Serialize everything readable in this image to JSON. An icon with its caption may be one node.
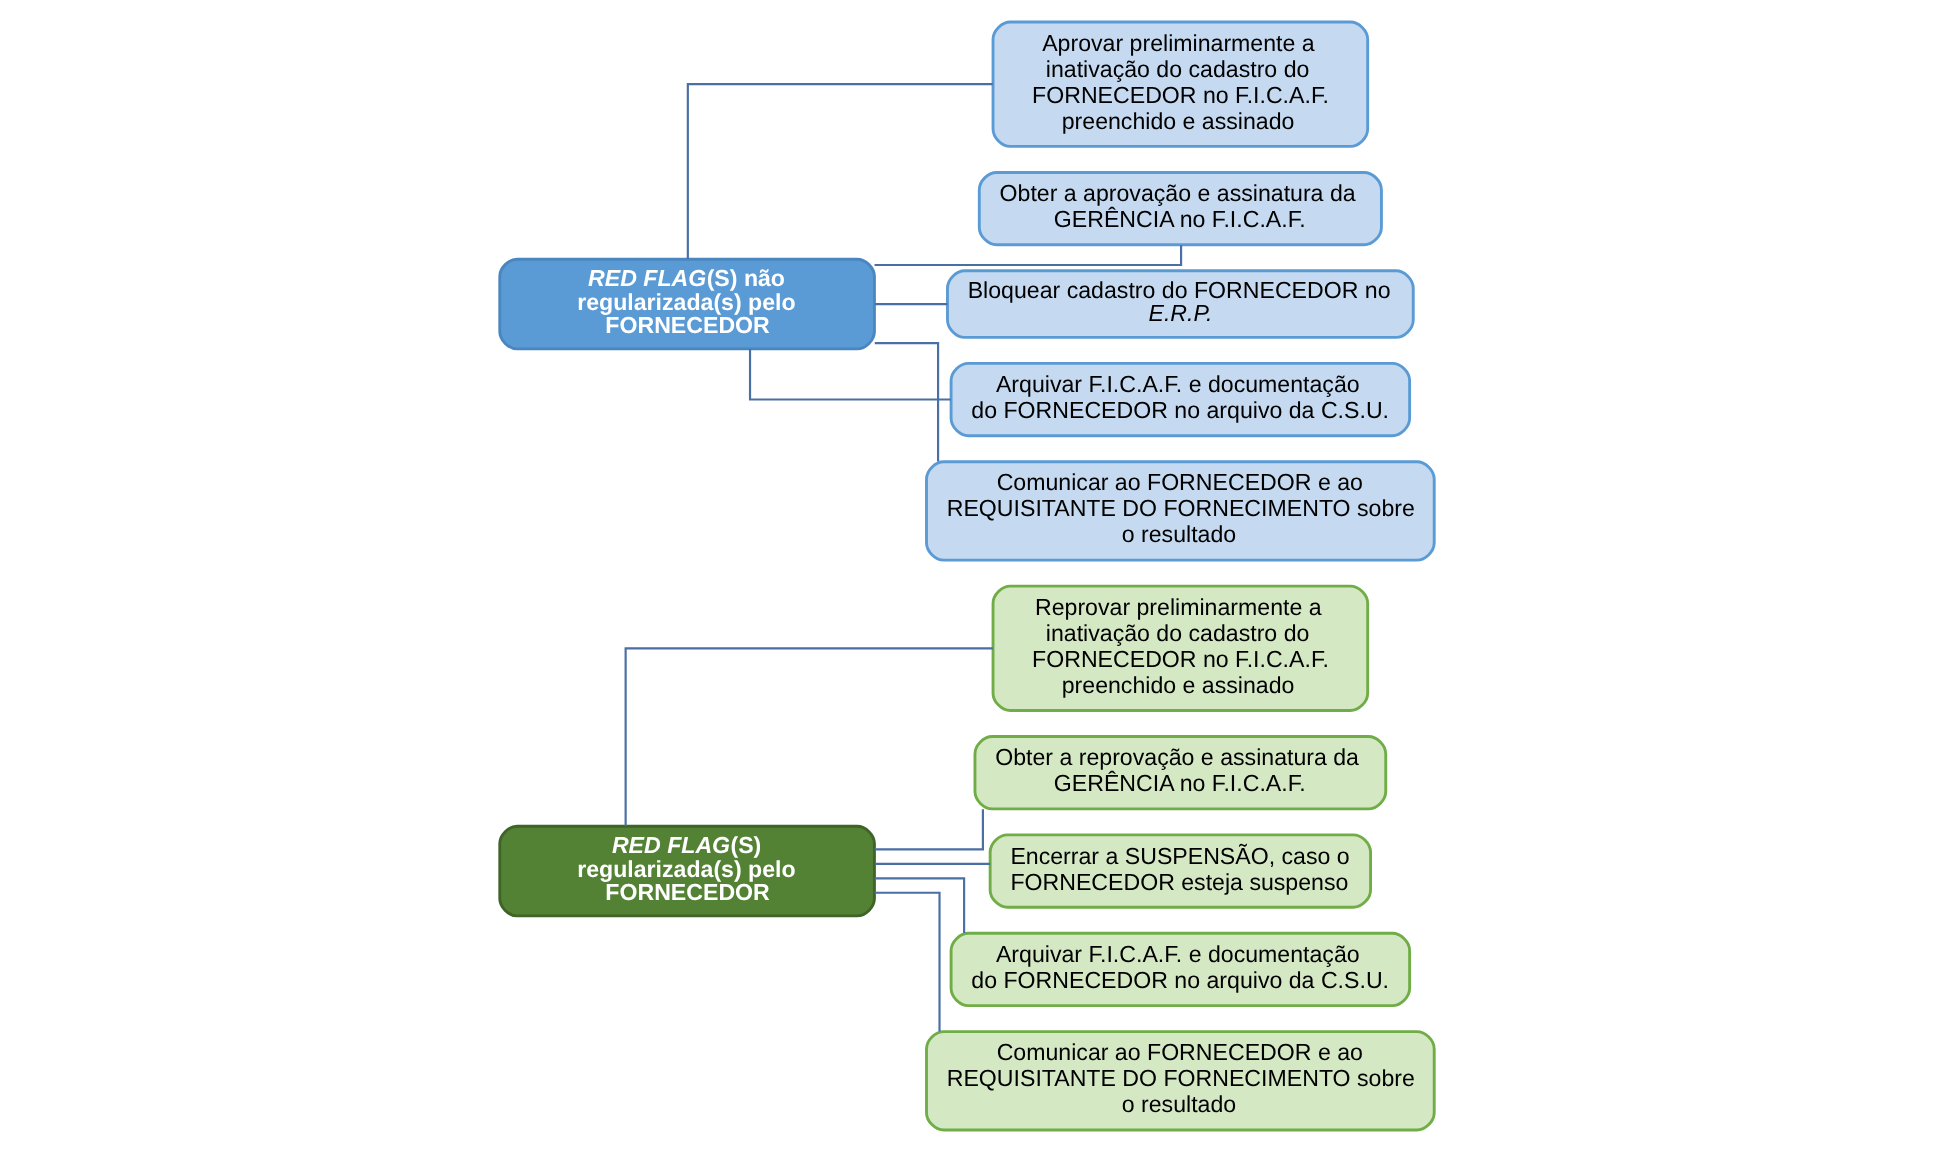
{
  "diagram": {
    "nodes": [
      {
        "text": [
          "*RED FLAG*(S) regularizada(s) pelo FORNECEDOR"
        ]
      },
      {
        "text": [
          "Reprovar preliminarmente a inativação do cadastro do FORNECEDOR no F.I.C.A.F. preenchido e assinado"
        ]
      },
      {
        "text": [
          "Obter a reprovação e assinatura da GERÊNCIA no F.I.C.A.F."
        ]
      },
      {
        "text": [
          "Encerrar a SUSPENSÃO, caso o FORNECEDOR esteja suspenso"
        ]
      },
      {
        "text": [
          "Arquivar F.I.C.A.F. e documentação do FORNECEDOR no arquivo da C.S.U."
        ]
      },
      {
        "text": [
          "Comunicar ao FORNECEDOR e ao REQUISITANTE DO FORNECIMENTO sobre o resultado"
        ]
      },
      {
        "text": [
          "*RED FLAG*(S) não regularizada(s) pelo FORNECEDOR"
        ]
      },
      {
        "text": [
          "Aprovar preliminarmente a inativação do cadastro do FORNECEDOR no F.I.C.A.F. preenchido e assinado"
        ]
      },
      {
        "text": [
          "Obter a aprovação e assinatura da GERÊNCIA no F.I.C.A.F."
        ]
      },
      {
        "text": [
          "Bloquear cadastro do FORNECEDOR no *E.R.P.*"
        ]
      },
      {
        "text": [
          "Arquivar F.I.C.A.F. e documentação do FORNECEDOR no arquivo da C.S.U."
        ]
      },
      {
        "text": [
          "Comunicar ao FORNECEDOR e ao REQUISITANTE DO FORNECIMENTO sobre o resultado"
        ]
      }
    ],
    "edges": [
      {
        "from": 0,
        "to": 1,
        "arrow": "none"
      },
      {
        "from": 0,
        "to": 2,
        "arrow": "none"
      },
      {
        "from": 0,
        "to": 3,
        "arrow": "none"
      },
      {
        "from": 0,
        "to": 4,
        "arrow": "none"
      },
      {
        "from": 0,
        "to": 5,
        "arrow": "none"
      },
      {
        "from": 6,
        "to": 7,
        "arrow": "none"
      },
      {
        "from": 6,
        "to": 8,
        "arrow": "none"
      },
      {
        "from": 6,
        "to": 9,
        "arrow": "none"
      },
      {
        "from": 6,
        "to": 10,
        "arrow": "none"
      },
      {
        "from": 6,
        "to": 11,
        "arrow": "none"
      }
    ]
  }
}
